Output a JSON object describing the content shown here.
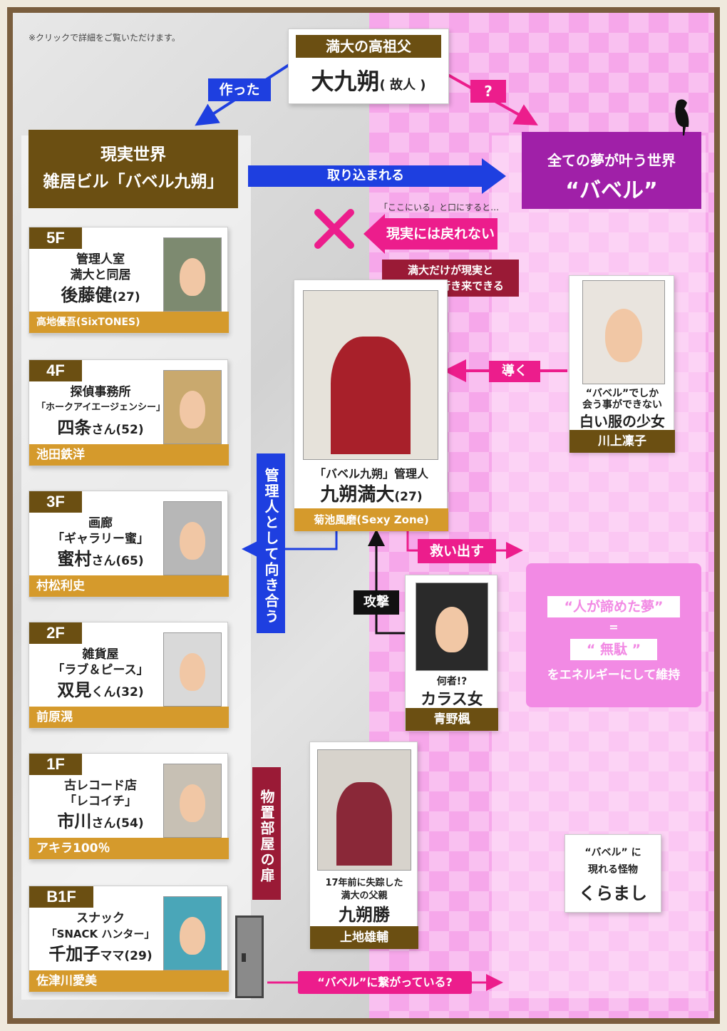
{
  "note": "※クリックで詳細をご覧いただけます。",
  "ancestor": {
    "role": "満大の高祖父",
    "name": "大九朔",
    "suffix": "( 故人 )"
  },
  "labels": {
    "made": "作った",
    "question": "?",
    "absorbed": "取り込まれる",
    "cannot_return_small": "「ここにいる」と口にすると…",
    "cannot_return": "現実には戻れない",
    "only_mandai": "満大だけが現実と\nバベルを行き来できる",
    "guide": "導く",
    "face_as_manager": "管理人として向き合う",
    "rescue": "救い出す",
    "attack": "攻撃",
    "storage_door": "物置部屋の扉",
    "connected": "“バベル”に繋がっている?"
  },
  "real_world": {
    "line1": "現実世界",
    "line2": "雑居ビル「バベル九朔」"
  },
  "babel_world": {
    "line1": "全ての夢が叶う世界",
    "line2": "“バベル”"
  },
  "floors": [
    {
      "tag": "5F",
      "l1": "管理人室",
      "l2": "満大と同居",
      "name": "後藤健",
      "age": "(27)",
      "actor": "高地優吾(SixTONES)"
    },
    {
      "tag": "4F",
      "l1": "探偵事務所",
      "l2": "「ホークアイエージェンシー」",
      "name": "四条",
      "hon": "さん",
      "age": "(52)",
      "actor": "池田鉄洋"
    },
    {
      "tag": "3F",
      "l1": "画廊",
      "l2": "「ギャラリー蜜」",
      "name": "蜜村",
      "hon": "さん",
      "age": "(65)",
      "actor": "村松利史"
    },
    {
      "tag": "2F",
      "l1": "雑貨屋",
      "l2": "「ラブ＆ピース」",
      "name": "双見",
      "hon": "くん",
      "age": "(32)",
      "actor": "前原滉"
    },
    {
      "tag": "1F",
      "l1": "古レコード店",
      "l2": "「レコイチ」",
      "name": "市川",
      "hon": "さん",
      "age": "(54)",
      "actor": "アキラ100％"
    },
    {
      "tag": "B1F",
      "l1": "スナック",
      "l2": "「SNACK ハンター」",
      "name": "千加子",
      "hon": "ママ",
      "age": "(29)",
      "actor": "佐津川愛美"
    }
  ],
  "mandai": {
    "role": "「バベル九朔」管理人",
    "name": "九朔満大",
    "age": "(27)",
    "actor": "菊池風磨(Sexy Zone)"
  },
  "girl": {
    "l1": "“バベル”でしか",
    "l2": "会う事ができない",
    "name": "白い服の少女",
    "actor": "川上凜子"
  },
  "crow_woman": {
    "l1": "何者!?",
    "name": "カラス女",
    "actor": "青野楓"
  },
  "father": {
    "l1": "17年前に失踪した",
    "l2": "満大の父親",
    "name": "九朔勝",
    "actor": "上地雄輔"
  },
  "dream_box": {
    "q1": "“人が諦めた夢”",
    "eq": "=",
    "q2": "“ 無駄 ”",
    "tail": "をエネルギーにして維持"
  },
  "monster": {
    "l1": "“バベル” に",
    "l2": "現れる怪物",
    "name": "くらまし"
  }
}
